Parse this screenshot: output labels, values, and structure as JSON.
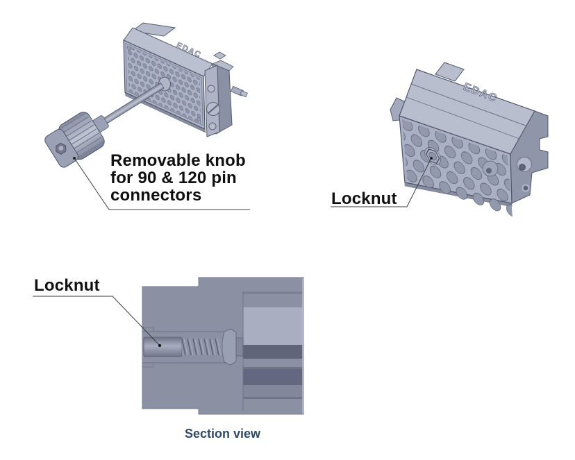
{
  "page": {
    "background_color": "#ffffff"
  },
  "figure1": {
    "brand_embossed": "EDAC",
    "label_line1": "Removable knob",
    "label_line2": "for 90 & 120 pin",
    "label_line3": "connectors"
  },
  "figure2": {
    "brand_embossed": "EDAC",
    "label": "Locknut"
  },
  "figure3": {
    "label": "Locknut",
    "caption": "Section view"
  },
  "colors": {
    "body_light": "#b8becd",
    "body_mid": "#abb1c4",
    "body_dark": "#9096aa",
    "hole_fill": "#8f95aa",
    "section_block": "#8b90a3",
    "section_band_light": "#a9aec0",
    "section_band_dark": "#5f6478",
    "edge_stroke": "#4f5468",
    "label_text": "#101010",
    "caption_text": "#2e4a68",
    "leader_line": "#3c3c3c"
  }
}
